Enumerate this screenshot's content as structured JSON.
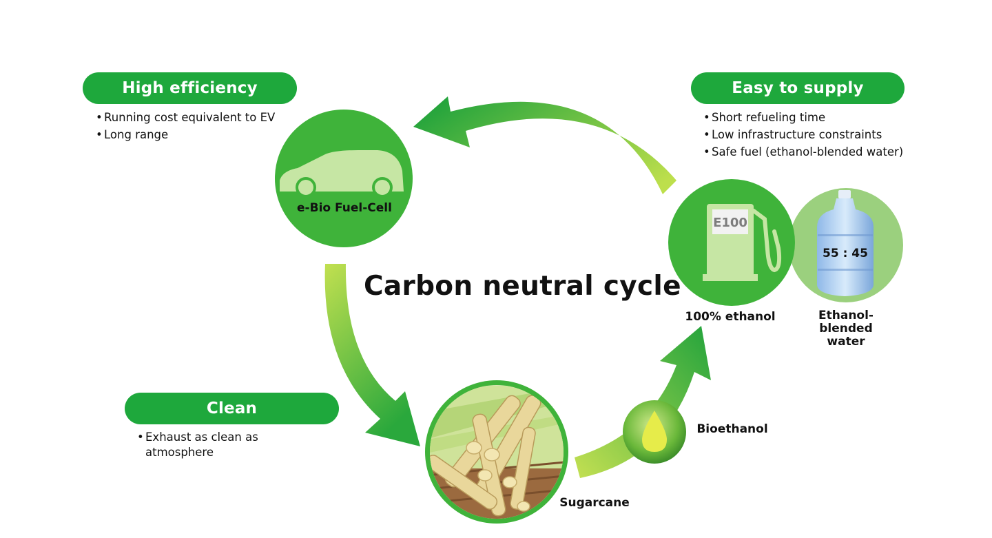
{
  "title": "Carbon neutral cycle",
  "colors": {
    "pill_green": "#1ea83c",
    "circle_green": "#3fb33a",
    "light_green": "#c5e2a0",
    "arrow_start": "#b6dc4a",
    "arrow_end": "#2aa83c"
  },
  "benefits": {
    "high_efficiency": {
      "heading": "High efficiency",
      "points": [
        "Running cost equivalent to EV",
        "Long range"
      ]
    },
    "easy_to_supply": {
      "heading": "Easy to supply",
      "points": [
        "Short refueling time",
        "Low infrastructure constraints",
        "Safe fuel (ethanol-blended water)"
      ]
    },
    "clean": {
      "heading": "Clean",
      "points": [
        "Exhaust as clean as atmosphere"
      ]
    }
  },
  "nodes": {
    "fuel_cell": {
      "label": "e-Bio Fuel-Cell",
      "icon": "car-icon"
    },
    "ethanol": {
      "label": "100% ethanol",
      "icon": "fuel-pump-icon",
      "pump_text": "E100"
    },
    "water": {
      "label": "Ethanol-blended water",
      "icon": "water-jug-icon",
      "ratio": "55 : 45"
    },
    "sugarcane": {
      "label": "Sugarcane",
      "icon": "sugarcane-image"
    },
    "bioethanol": {
      "label": "Bioethanol",
      "icon": "oil-drop-icon"
    }
  }
}
